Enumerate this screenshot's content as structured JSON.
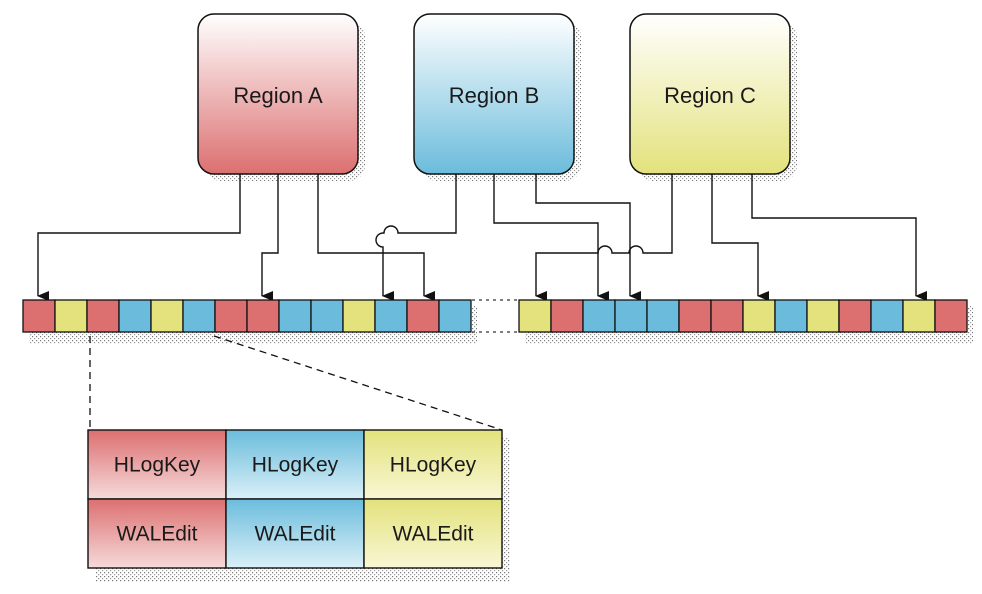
{
  "regions": [
    {
      "label": "Region A",
      "color": "red"
    },
    {
      "label": "Region B",
      "color": "blue"
    },
    {
      "label": "Region C",
      "color": "yellow"
    }
  ],
  "colors": {
    "red": "#dc6f70",
    "blue": "#6bbcdc",
    "yellow": "#e3e27c",
    "red_light": "#f6dada",
    "blue_light": "#daf0f8",
    "yellow_light": "#f8f7d4",
    "stroke": "#111111"
  },
  "log_segment_1": [
    "red",
    "yellow",
    "red",
    "blue",
    "yellow",
    "blue",
    "red",
    "red",
    "blue",
    "blue",
    "yellow",
    "blue",
    "red",
    "blue"
  ],
  "log_segment_2": [
    "yellow",
    "red",
    "blue",
    "blue",
    "blue",
    "red",
    "red",
    "yellow",
    "blue",
    "yellow",
    "red",
    "blue",
    "yellow",
    "red"
  ],
  "entry": {
    "columns": [
      {
        "color": "red",
        "key_label": "HLogKey",
        "edit_label": "WALEdit"
      },
      {
        "color": "blue",
        "key_label": "HLogKey",
        "edit_label": "WALEdit"
      },
      {
        "color": "yellow",
        "key_label": "HLogKey",
        "edit_label": "WALEdit"
      }
    ]
  }
}
